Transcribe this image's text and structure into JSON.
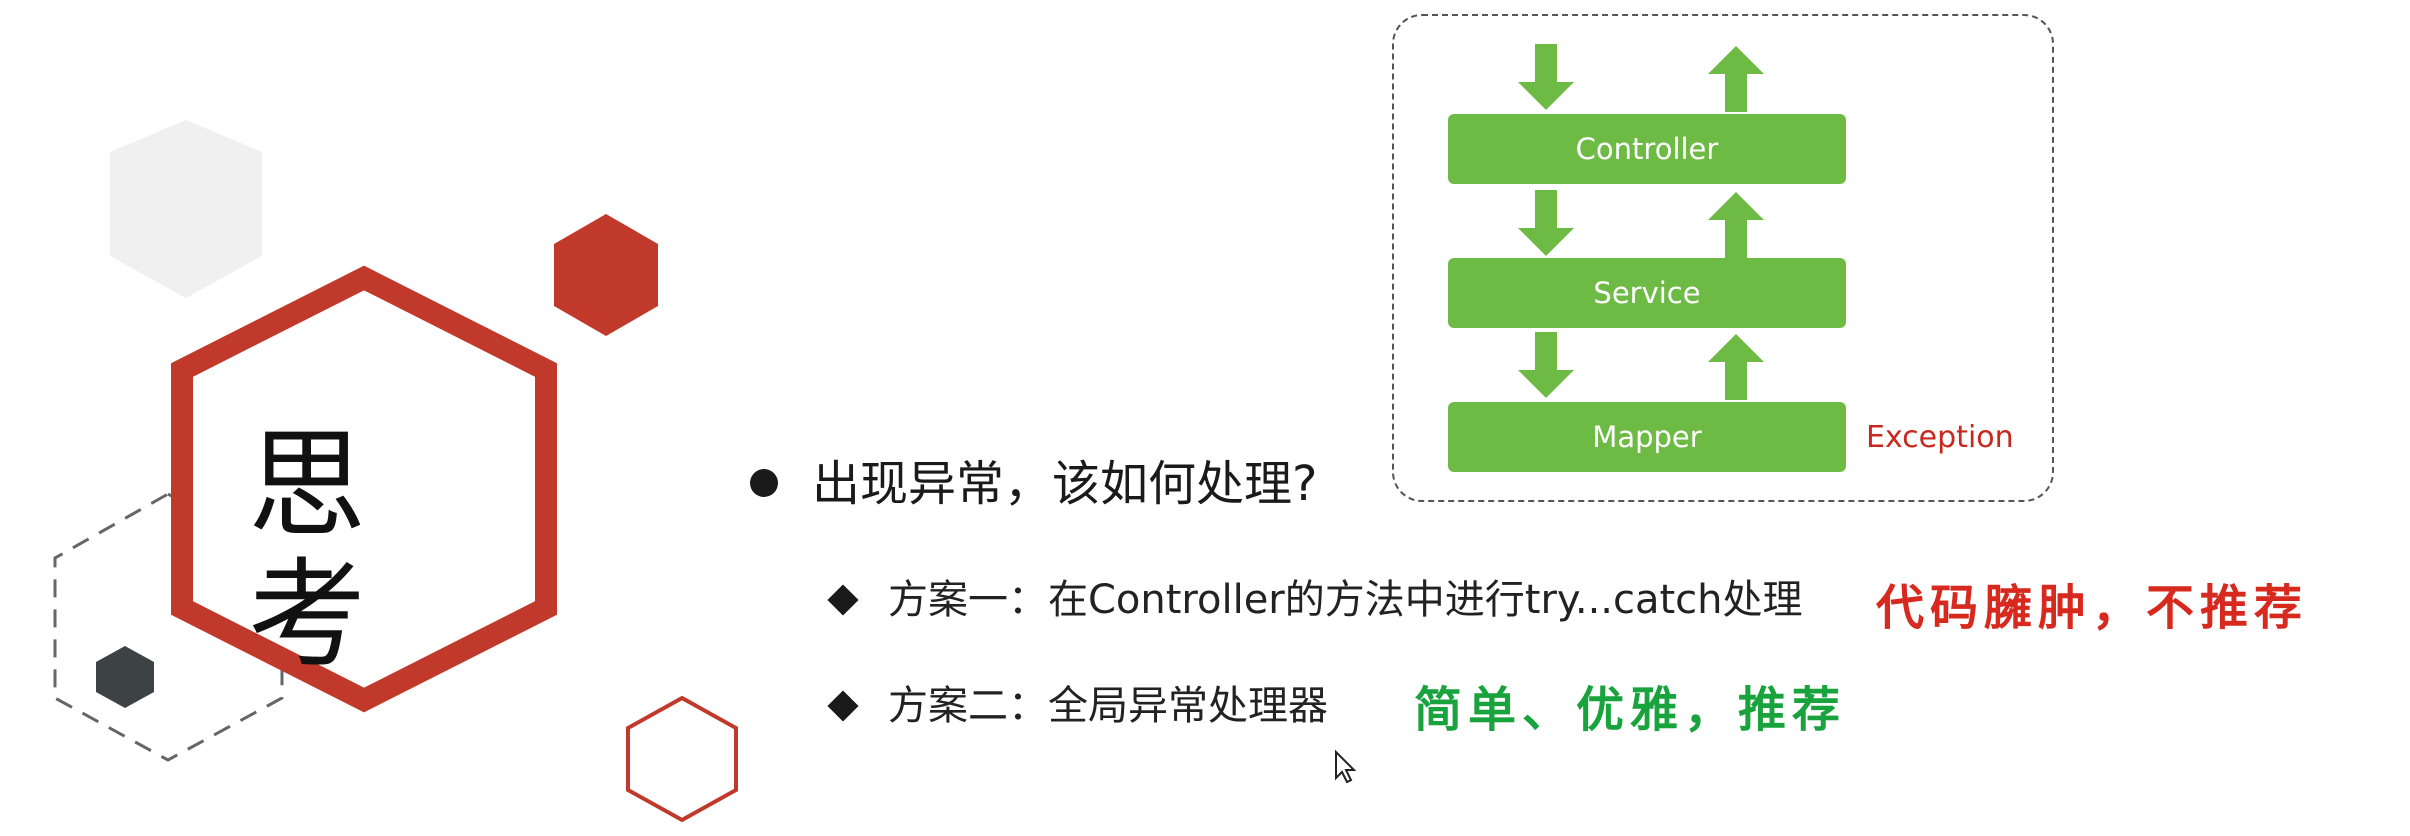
{
  "title": "思考",
  "question": "出现异常，该如何处理?",
  "options": [
    {
      "text": "方案一：在Controller的方法中进行try...catch处理",
      "note": "代码臃肿，不推荐"
    },
    {
      "text": "方案二：全局异常处理器",
      "note": "简单、优雅，推荐"
    }
  ],
  "diagram": {
    "layers": [
      "Controller",
      "Service",
      "Mapper"
    ],
    "exception_label": "Exception"
  },
  "colors": {
    "accent_red": "#c0392b",
    "layer_green": "#6dbb45",
    "note_red": "#d8291f",
    "note_green": "#19a33c",
    "dark_hex": "#3d4244"
  },
  "icons": [
    "bullet-dot-icon",
    "diamond-bullet-icon",
    "arrow-down-icon",
    "arrow-up-icon",
    "mouse-cursor-icon"
  ]
}
